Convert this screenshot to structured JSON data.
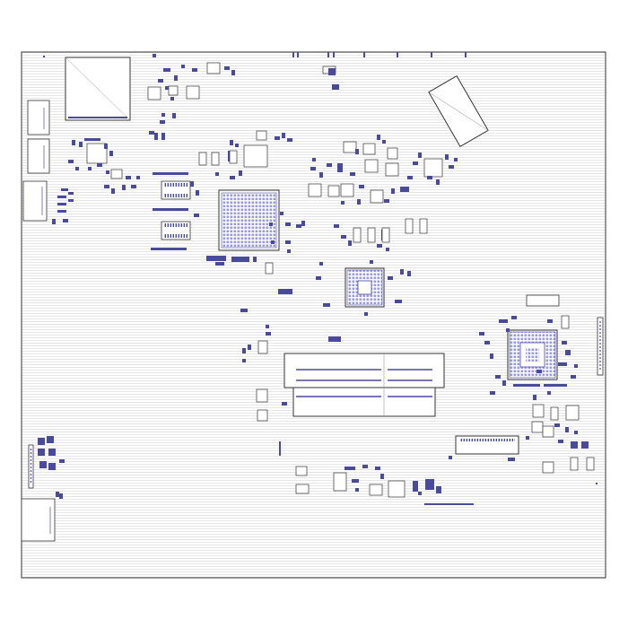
{
  "board": {
    "background": "#ffffff",
    "outline_color": "#333333",
    "trace_color": "#d7d7d7",
    "pad_color": "#4a4a9a",
    "bga_fill": "#b8b8e8"
  },
  "components": {
    "bga_chips": [
      {
        "name": "cpu-bga",
        "rows": 22,
        "cols": 22
      },
      {
        "name": "bridge-bga",
        "rows": 14,
        "cols": 14
      },
      {
        "name": "io-bga",
        "rows": 16,
        "cols": 16
      }
    ],
    "connectors": [
      "usb-left-top",
      "usb-left-middle",
      "lan-left",
      "audio-left-bottom",
      "memory-slot",
      "fpc-right-bottom",
      "side-header-right",
      "side-header-left"
    ],
    "ram_chips": [
      "sodimm-ic-1",
      "sodimm-ic-2"
    ]
  }
}
